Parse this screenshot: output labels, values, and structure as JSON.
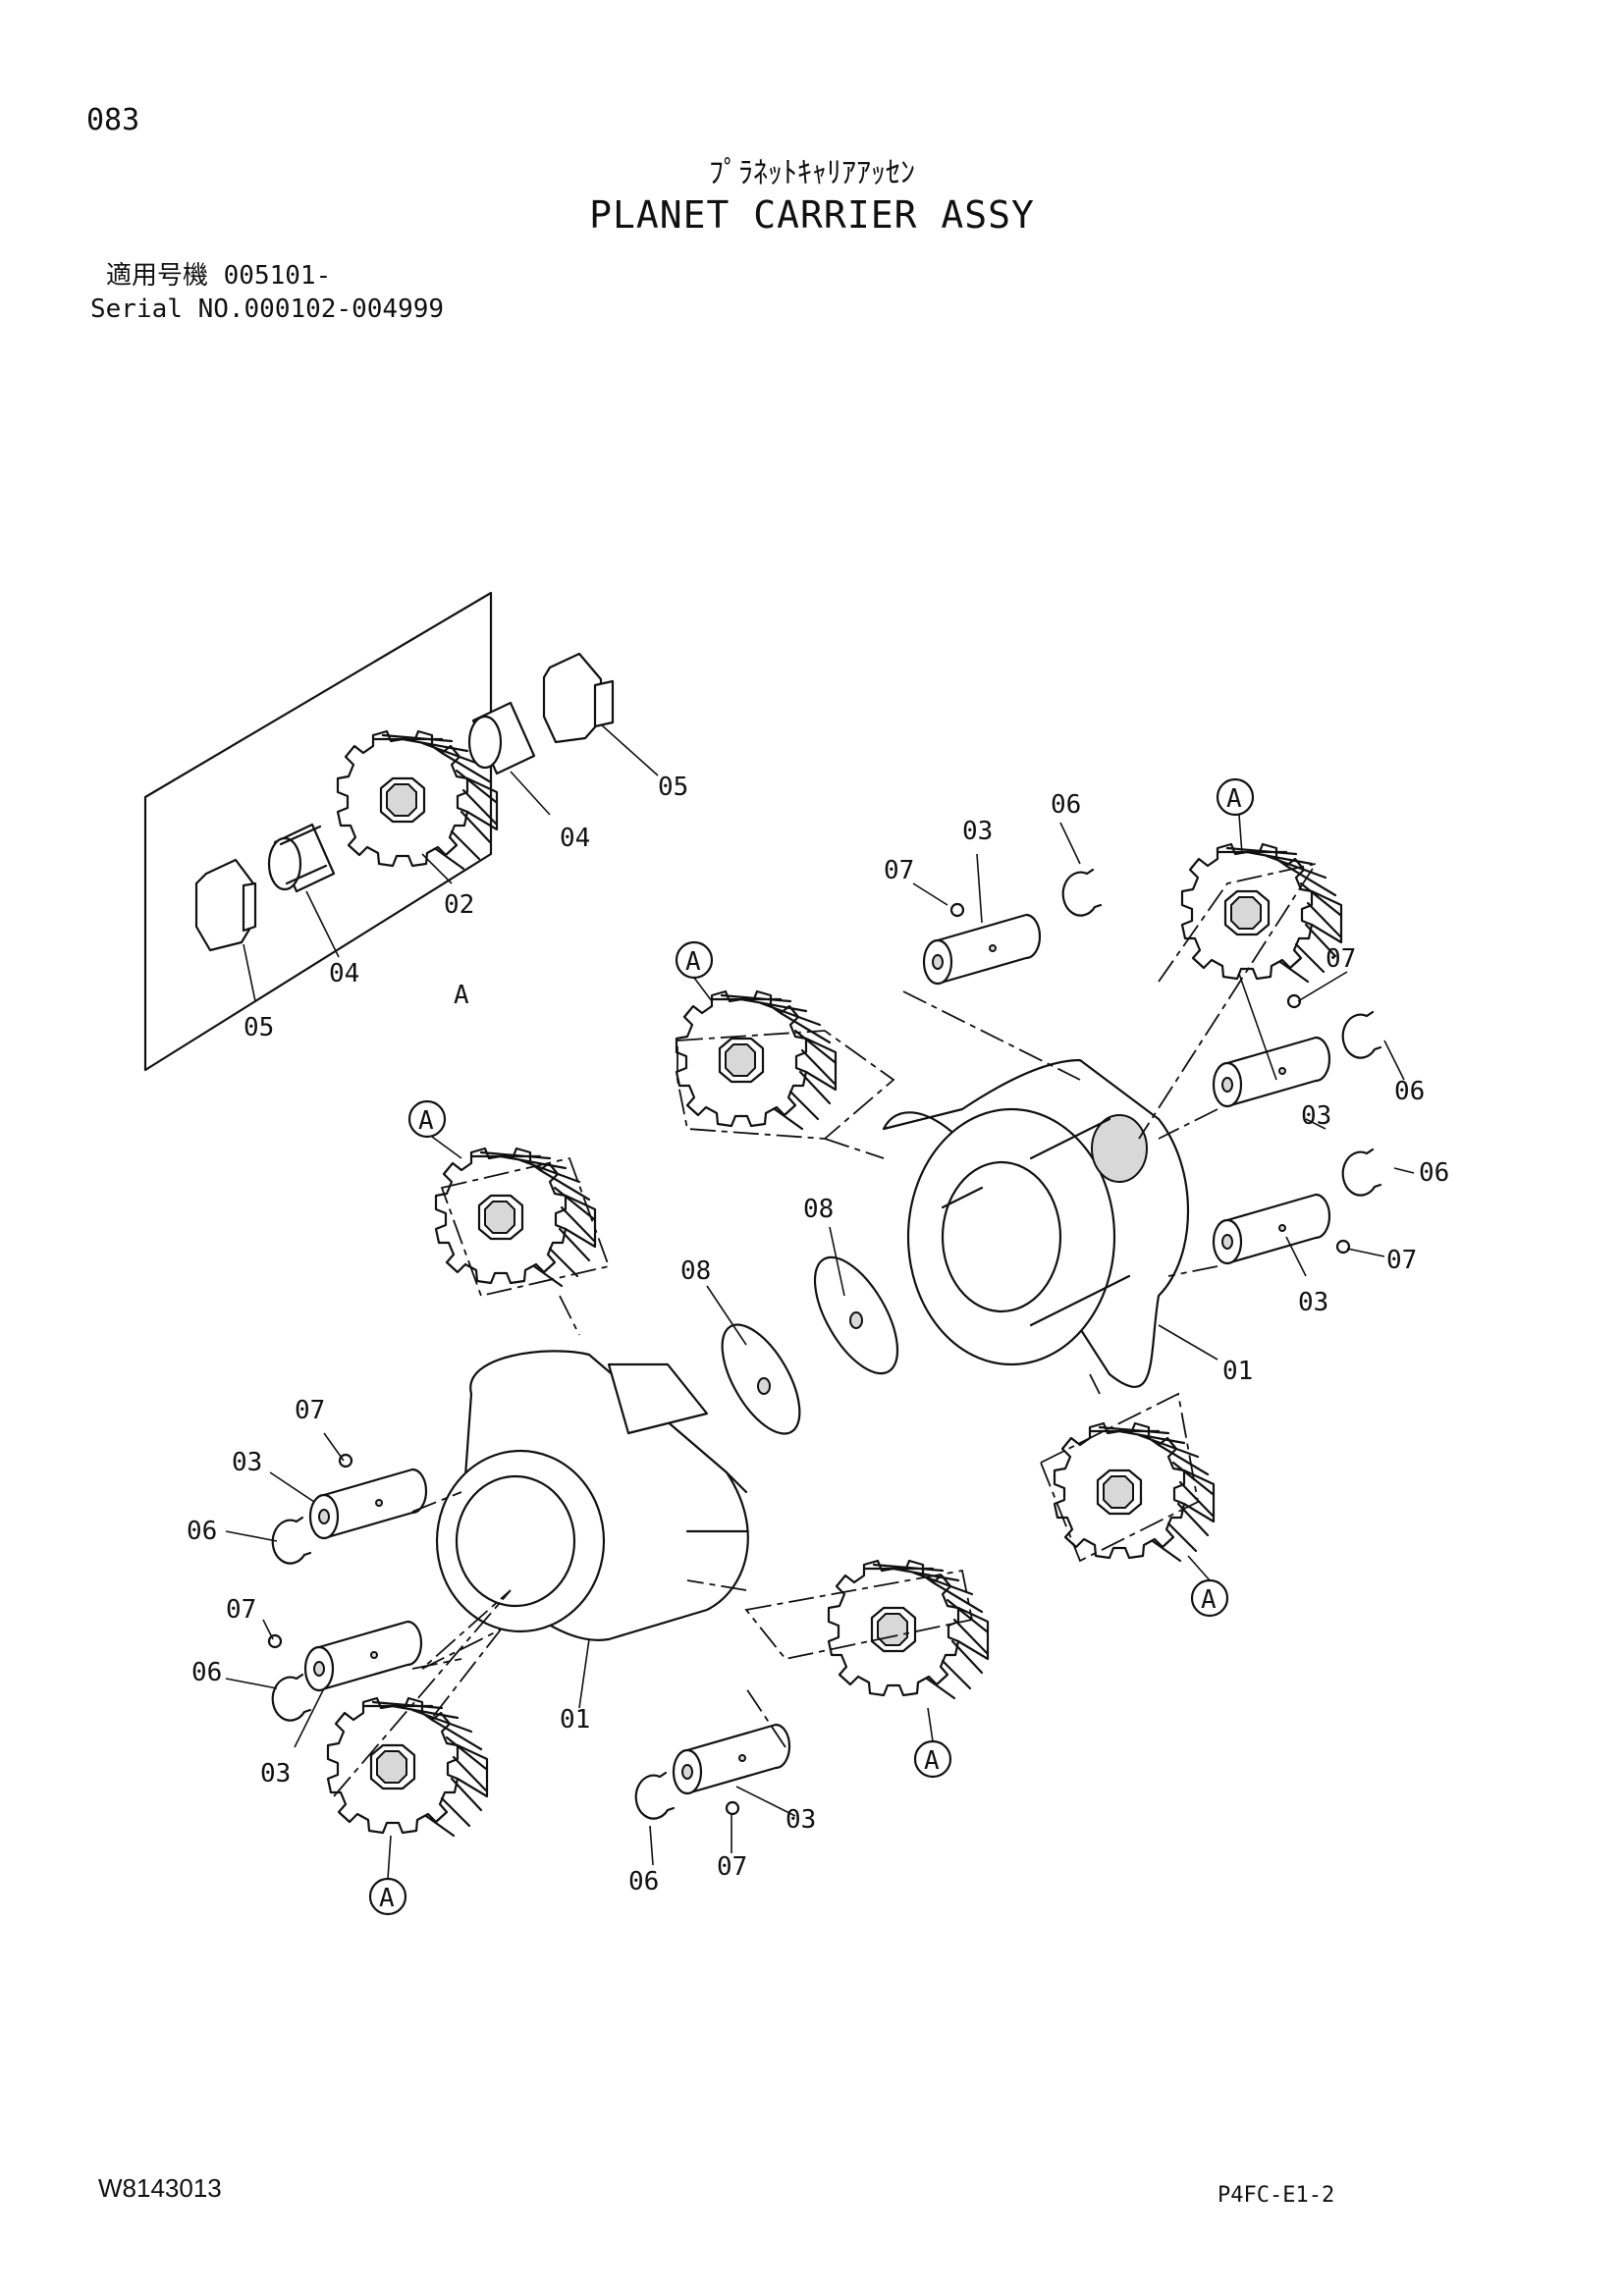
{
  "header": {
    "page_number": "083",
    "title_jp": "ﾌﾟﾗﾈｯﾄｷｬﾘｱｱｯｾﾝ",
    "title_en": "PLANET CARRIER ASSY"
  },
  "applicability": {
    "serial_jp": "適用号機 005101-",
    "serial_en": "Serial NO.000102-004999"
  },
  "callouts": {
    "p01": "01",
    "p02": "02",
    "p03": "03",
    "p04": "04",
    "p05": "05",
    "p06": "06",
    "p07": "07",
    "p08": "08",
    "sub_a": "A"
  },
  "footer": {
    "drawing_code": "W8143013",
    "sheet_code": "P4FC-E1-2"
  }
}
